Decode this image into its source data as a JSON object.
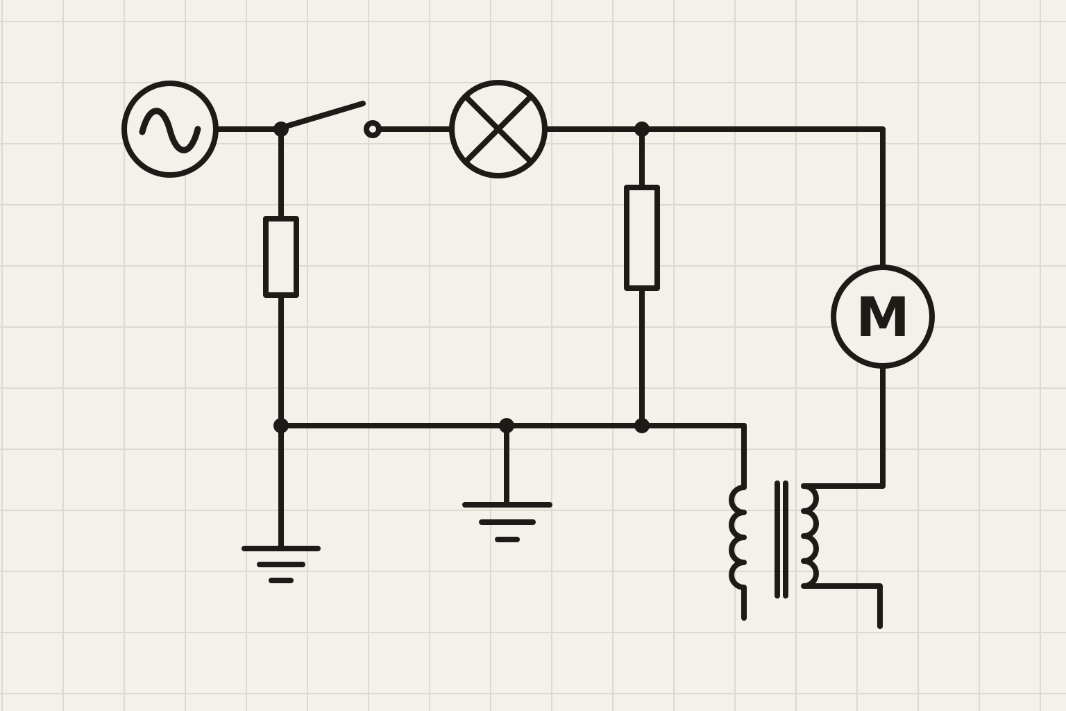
{
  "diagram": {
    "type": "circuit-schematic",
    "motor": {
      "label": "M"
    },
    "components": [
      {
        "name": "ac-source",
        "symbol": "sine-wave-in-circle"
      },
      {
        "name": "switch",
        "state": "open"
      },
      {
        "name": "lamp",
        "symbol": "circle-with-x"
      },
      {
        "name": "resistor-left",
        "symbol": "rectangle"
      },
      {
        "name": "resistor-right",
        "symbol": "rectangle"
      },
      {
        "name": "motor",
        "symbol": "circle-with-m",
        "label": "M"
      },
      {
        "name": "transformer",
        "windings": 2,
        "core": "double-bar"
      },
      {
        "name": "ground-left",
        "symbol": "earth-ground"
      },
      {
        "name": "ground-middle",
        "symbol": "earth-ground"
      }
    ],
    "junction_count": 5
  },
  "colors": {
    "ink": "#1c1b18",
    "paper": "#f3f1ea",
    "grid": "#dcd9d1"
  }
}
